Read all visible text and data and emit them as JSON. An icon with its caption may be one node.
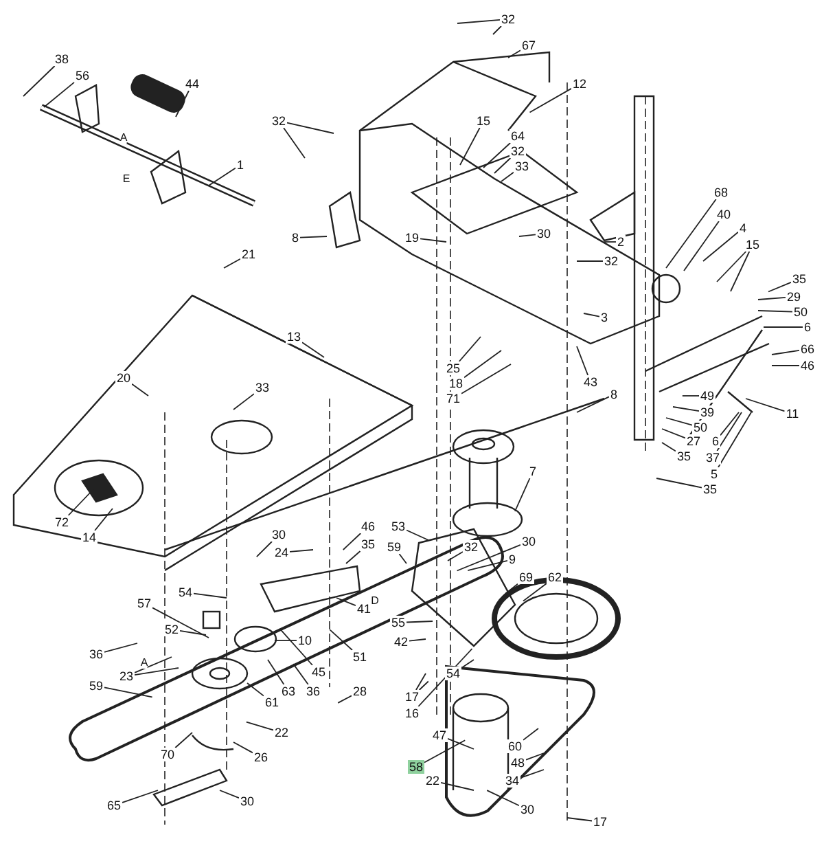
{
  "diagram": {
    "nodes": [
      {
        "text": [
          "38"
        ]
      },
      {
        "text": [
          "56"
        ]
      },
      {
        "text": [
          "44"
        ]
      },
      {
        "text": [
          "1"
        ]
      },
      {
        "text": [
          "32"
        ]
      },
      {
        "text": [
          "32"
        ]
      },
      {
        "text": [
          "67"
        ]
      },
      {
        "text": [
          "12"
        ]
      },
      {
        "text": [
          "15"
        ]
      },
      {
        "text": [
          "64"
        ]
      },
      {
        "text": [
          "32"
        ]
      },
      {
        "text": [
          "33"
        ]
      },
      {
        "text": [
          "8"
        ]
      },
      {
        "text": [
          "21"
        ]
      },
      {
        "text": [
          "19"
        ]
      },
      {
        "text": [
          "30"
        ]
      },
      {
        "text": [
          "68"
        ]
      },
      {
        "text": [
          "40"
        ]
      },
      {
        "text": [
          "4"
        ]
      },
      {
        "text": [
          "15"
        ]
      },
      {
        "text": [
          "32"
        ]
      },
      {
        "text": [
          "35"
        ]
      },
      {
        "text": [
          "2"
        ]
      },
      {
        "text": [
          "29"
        ]
      },
      {
        "text": [
          "50"
        ]
      },
      {
        "text": [
          "6"
        ]
      },
      {
        "text": [
          "13"
        ]
      },
      {
        "text": [
          "3"
        ]
      },
      {
        "text": [
          "66"
        ]
      },
      {
        "text": [
          "46"
        ]
      },
      {
        "text": [
          "25"
        ]
      },
      {
        "text": [
          "20"
        ]
      },
      {
        "text": [
          "43"
        ]
      },
      {
        "text": [
          "18"
        ]
      },
      {
        "text": [
          "33"
        ]
      },
      {
        "text": [
          "71"
        ]
      },
      {
        "text": [
          "8"
        ]
      },
      {
        "text": [
          "49"
        ]
      },
      {
        "text": [
          "11"
        ]
      },
      {
        "text": [
          "39"
        ]
      },
      {
        "text": [
          "50"
        ]
      },
      {
        "text": [
          "27"
        ]
      },
      {
        "text": [
          "6"
        ]
      },
      {
        "text": [
          "35"
        ]
      },
      {
        "text": [
          "37"
        ]
      },
      {
        "text": [
          "5"
        ]
      },
      {
        "text": [
          "35"
        ]
      },
      {
        "text": [
          "7"
        ]
      },
      {
        "text": [
          "72"
        ]
      },
      {
        "text": [
          "14"
        ]
      },
      {
        "text": [
          "53"
        ]
      },
      {
        "text": [
          "46"
        ]
      },
      {
        "text": [
          "30"
        ]
      },
      {
        "text": [
          "35"
        ]
      },
      {
        "text": [
          "59"
        ]
      },
      {
        "text": [
          "32"
        ]
      },
      {
        "text": [
          "30"
        ]
      },
      {
        "text": [
          "24"
        ]
      },
      {
        "text": [
          "9"
        ]
      },
      {
        "text": [
          "69"
        ]
      },
      {
        "text": [
          "62"
        ]
      },
      {
        "text": [
          "54"
        ]
      },
      {
        "text": [
          "41"
        ]
      },
      {
        "text": [
          "57"
        ]
      },
      {
        "text": [
          "55"
        ]
      },
      {
        "text": [
          "52"
        ]
      },
      {
        "text": [
          "10"
        ]
      },
      {
        "text": [
          "42"
        ]
      },
      {
        "text": [
          "36"
        ]
      },
      {
        "text": [
          "51"
        ]
      },
      {
        "text": [
          "45"
        ]
      },
      {
        "text": [
          "54"
        ]
      },
      {
        "text": [
          "23"
        ]
      },
      {
        "text": [
          "59"
        ]
      },
      {
        "text": [
          "63"
        ]
      },
      {
        "text": [
          "36"
        ]
      },
      {
        "text": [
          "28"
        ]
      },
      {
        "text": [
          "17"
        ]
      },
      {
        "text": [
          "61"
        ]
      },
      {
        "text": [
          "16"
        ]
      },
      {
        "text": [
          "22"
        ]
      },
      {
        "text": [
          "47"
        ]
      },
      {
        "text": [
          "60"
        ]
      },
      {
        "text": [
          "70"
        ]
      },
      {
        "text": [
          "26"
        ]
      },
      {
        "text": [
          "48"
        ]
      },
      {
        "text": [
          "58"
        ]
      },
      {
        "text": [
          "22"
        ]
      },
      {
        "text": [
          "34"
        ]
      },
      {
        "text": [
          "30"
        ]
      },
      {
        "text": [
          "65"
        ]
      },
      {
        "text": [
          "30"
        ]
      },
      {
        "text": [
          "17"
        ]
      }
    ],
    "edges": [
      {
        "from": 0,
        "to": null,
        "arrow": "none"
      },
      {
        "from": 1,
        "to": null,
        "arrow": "none"
      },
      {
        "from": 2,
        "to": null,
        "arrow": "none"
      },
      {
        "from": 3,
        "to": null,
        "arrow": "none"
      },
      {
        "from": 4,
        "to": null,
        "arrow": "none"
      },
      {
        "from": 4,
        "to": null,
        "arrow": "none"
      },
      {
        "from": 5,
        "to": null,
        "arrow": "none"
      },
      {
        "from": 5,
        "to": null,
        "arrow": "none"
      },
      {
        "from": 6,
        "to": null,
        "arrow": "none"
      },
      {
        "from": 7,
        "to": null,
        "arrow": "none"
      },
      {
        "from": 8,
        "to": null,
        "arrow": "none"
      },
      {
        "from": 9,
        "to": null,
        "arrow": "none"
      },
      {
        "from": 10,
        "to": null,
        "arrow": "none"
      },
      {
        "from": 11,
        "to": null,
        "arrow": "none"
      },
      {
        "from": 12,
        "to": null,
        "arrow": "none"
      },
      {
        "from": 13,
        "to": null,
        "arrow": "none"
      },
      {
        "from": 14,
        "to": null,
        "arrow": "none"
      },
      {
        "from": 15,
        "to": null,
        "arrow": "none"
      },
      {
        "from": 16,
        "to": null,
        "arrow": "none"
      },
      {
        "from": 17,
        "to": null,
        "arrow": "none"
      },
      {
        "from": 18,
        "to": null,
        "arrow": "none"
      },
      {
        "from": 19,
        "to": null,
        "arrow": "none"
      },
      {
        "from": 19,
        "to": null,
        "arrow": "none"
      },
      {
        "from": 20,
        "to": null,
        "arrow": "none"
      },
      {
        "from": 21,
        "to": null,
        "arrow": "none"
      },
      {
        "from": 22,
        "to": null,
        "arrow": "none"
      },
      {
        "from": 23,
        "to": null,
        "arrow": "none"
      },
      {
        "from": 24,
        "to": null,
        "arrow": "none"
      },
      {
        "from": 25,
        "to": null,
        "arrow": "none"
      },
      {
        "from": 26,
        "to": null,
        "arrow": "none"
      },
      {
        "from": 27,
        "to": null,
        "arrow": "none"
      },
      {
        "from": 28,
        "to": null,
        "arrow": "none"
      },
      {
        "from": 29,
        "to": null,
        "arrow": "none"
      },
      {
        "from": 30,
        "to": null,
        "arrow": "none"
      },
      {
        "from": 31,
        "to": null,
        "arrow": "none"
      },
      {
        "from": 32,
        "to": null,
        "arrow": "none"
      },
      {
        "from": 33,
        "to": null,
        "arrow": "none"
      },
      {
        "from": 34,
        "to": null,
        "arrow": "none"
      },
      {
        "from": 35,
        "to": null,
        "arrow": "none"
      },
      {
        "from": 36,
        "to": null,
        "arrow": "none"
      },
      {
        "from": 37,
        "to": null,
        "arrow": "none"
      },
      {
        "from": 38,
        "to": null,
        "arrow": "none"
      },
      {
        "from": 39,
        "to": null,
        "arrow": "none"
      },
      {
        "from": 40,
        "to": null,
        "arrow": "none"
      },
      {
        "from": 41,
        "to": null,
        "arrow": "none"
      },
      {
        "from": 42,
        "to": null,
        "arrow": "none"
      },
      {
        "from": 43,
        "to": null,
        "arrow": "none"
      },
      {
        "from": 44,
        "to": null,
        "arrow": "none"
      },
      {
        "from": 45,
        "to": null,
        "arrow": "none"
      },
      {
        "from": 46,
        "to": null,
        "arrow": "none"
      },
      {
        "from": 47,
        "to": null,
        "arrow": "none"
      },
      {
        "from": 48,
        "to": null,
        "arrow": "none"
      },
      {
        "from": 49,
        "to": null,
        "arrow": "none"
      },
      {
        "from": 50,
        "to": null,
        "arrow": "none"
      },
      {
        "from": 51,
        "to": null,
        "arrow": "none"
      },
      {
        "from": 52,
        "to": null,
        "arrow": "none"
      },
      {
        "from": 53,
        "to": null,
        "arrow": "none"
      },
      {
        "from": 54,
        "to": null,
        "arrow": "none"
      },
      {
        "from": 55,
        "to": null,
        "arrow": "none"
      },
      {
        "from": 56,
        "to": null,
        "arrow": "none"
      },
      {
        "from": 57,
        "to": null,
        "arrow": "none"
      },
      {
        "from": 58,
        "to": null,
        "arrow": "none"
      },
      {
        "from": 59,
        "to": null,
        "arrow": "none"
      },
      {
        "from": 60,
        "to": null,
        "arrow": "none"
      },
      {
        "from": 61,
        "to": null,
        "arrow": "none"
      },
      {
        "from": 62,
        "to": null,
        "arrow": "none"
      },
      {
        "from": 63,
        "to": null,
        "arrow": "none"
      },
      {
        "from": 64,
        "to": null,
        "arrow": "none"
      },
      {
        "from": 65,
        "to": null,
        "arrow": "none"
      },
      {
        "from": 66,
        "to": null,
        "arrow": "none"
      },
      {
        "from": 67,
        "to": null,
        "arrow": "none"
      },
      {
        "from": 68,
        "to": null,
        "arrow": "none"
      },
      {
        "from": 69,
        "to": null,
        "arrow": "none"
      },
      {
        "from": 70,
        "to": null,
        "arrow": "none"
      },
      {
        "from": 71,
        "to": null,
        "arrow": "none"
      },
      {
        "from": 72,
        "to": null,
        "arrow": "none"
      },
      {
        "from": 72,
        "to": null,
        "arrow": "none"
      },
      {
        "from": 73,
        "to": null,
        "arrow": "none"
      },
      {
        "from": 74,
        "to": null,
        "arrow": "none"
      },
      {
        "from": 75,
        "to": null,
        "arrow": "none"
      },
      {
        "from": 76,
        "to": null,
        "arrow": "none"
      },
      {
        "from": 77,
        "to": null,
        "arrow": "none"
      },
      {
        "from": 77,
        "to": null,
        "arrow": "none"
      },
      {
        "from": 78,
        "to": null,
        "arrow": "none"
      },
      {
        "from": 79,
        "to": null,
        "arrow": "none"
      },
      {
        "from": 80,
        "to": null,
        "arrow": "none"
      },
      {
        "from": 81,
        "to": null,
        "arrow": "none"
      },
      {
        "from": 82,
        "to": null,
        "arrow": "none"
      },
      {
        "from": 83,
        "to": null,
        "arrow": "none"
      },
      {
        "from": 84,
        "to": null,
        "arrow": "none"
      },
      {
        "from": 85,
        "to": null,
        "arrow": "none"
      },
      {
        "from": 86,
        "to": null,
        "arrow": "none"
      },
      {
        "from": 87,
        "to": null,
        "arrow": "none"
      },
      {
        "from": 88,
        "to": null,
        "arrow": "none"
      },
      {
        "from": 89,
        "to": null,
        "arrow": "none"
      },
      {
        "from": 90,
        "to": null,
        "arrow": "none"
      },
      {
        "from": 91,
        "to": null,
        "arrow": "none"
      },
      {
        "from": 92,
        "to": null,
        "arrow": "none"
      }
    ],
    "labels": [
      "A",
      "E",
      "A",
      "D"
    ]
  }
}
